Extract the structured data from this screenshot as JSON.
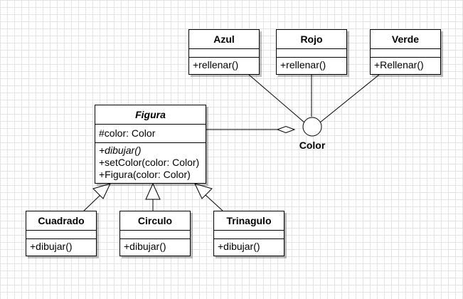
{
  "diagram": {
    "classes": {
      "azul": {
        "name": "Azul",
        "methods": [
          "+rellenar()"
        ]
      },
      "rojo": {
        "name": "Rojo",
        "methods": [
          "+rellenar()"
        ]
      },
      "verde": {
        "name": "Verde",
        "methods": [
          "+Rellenar()"
        ]
      },
      "figura": {
        "name": "Figura",
        "attributes": [
          "#color: Color"
        ],
        "methods": [
          "+dibujar()",
          "+setColor(color: Color)",
          "+Figura(color: Color)"
        ]
      },
      "cuadrado": {
        "name": "Cuadrado",
        "methods": [
          "+dibujar()"
        ]
      },
      "circulo": {
        "name": "Circulo",
        "methods": [
          "+dibujar()"
        ]
      },
      "trinagulo": {
        "name": "Trinagulo",
        "methods": [
          "+dibujar()"
        ]
      }
    },
    "interface": {
      "name": "Color"
    },
    "relations": [
      {
        "type": "aggregation",
        "from": "Figura",
        "to": "Color"
      },
      {
        "type": "realization",
        "from": "Azul",
        "to": "Color"
      },
      {
        "type": "realization",
        "from": "Rojo",
        "to": "Color"
      },
      {
        "type": "realization",
        "from": "Verde",
        "to": "Color"
      },
      {
        "type": "generalization",
        "from": "Cuadrado",
        "to": "Figura"
      },
      {
        "type": "generalization",
        "from": "Circulo",
        "to": "Figura"
      },
      {
        "type": "generalization",
        "from": "Trinagulo",
        "to": "Figura"
      }
    ]
  }
}
